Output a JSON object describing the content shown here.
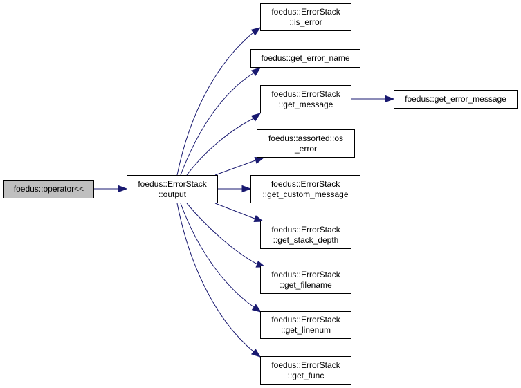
{
  "graph": {
    "edge_color": "#191970",
    "root_fill": "#bfbfbf",
    "nodes": {
      "operator": {
        "lines": [
          "foedus::operator<<"
        ]
      },
      "output": {
        "lines": [
          "foedus::ErrorStack",
          "::output"
        ]
      },
      "is_error": {
        "lines": [
          "foedus::ErrorStack",
          "::is_error"
        ]
      },
      "get_error_name": {
        "lines": [
          "foedus::get_error_name"
        ]
      },
      "get_message": {
        "lines": [
          "foedus::ErrorStack",
          "::get_message"
        ]
      },
      "get_error_message": {
        "lines": [
          "foedus::get_error_message"
        ]
      },
      "os_error": {
        "lines": [
          "foedus::assorted::os",
          "_error"
        ]
      },
      "get_custom_message": {
        "lines": [
          "foedus::ErrorStack",
          "::get_custom_message"
        ]
      },
      "get_stack_depth": {
        "lines": [
          "foedus::ErrorStack",
          "::get_stack_depth"
        ]
      },
      "get_filename": {
        "lines": [
          "foedus::ErrorStack",
          "::get_filename"
        ]
      },
      "get_linenum": {
        "lines": [
          "foedus::ErrorStack",
          "::get_linenum"
        ]
      },
      "get_func": {
        "lines": [
          "foedus::ErrorStack",
          "::get_func"
        ]
      }
    },
    "edges": [
      [
        "operator",
        "output"
      ],
      [
        "output",
        "is_error"
      ],
      [
        "output",
        "get_error_name"
      ],
      [
        "output",
        "get_message"
      ],
      [
        "output",
        "os_error"
      ],
      [
        "output",
        "get_custom_message"
      ],
      [
        "output",
        "get_stack_depth"
      ],
      [
        "output",
        "get_filename"
      ],
      [
        "output",
        "get_linenum"
      ],
      [
        "output",
        "get_func"
      ],
      [
        "get_message",
        "get_error_message"
      ]
    ]
  }
}
